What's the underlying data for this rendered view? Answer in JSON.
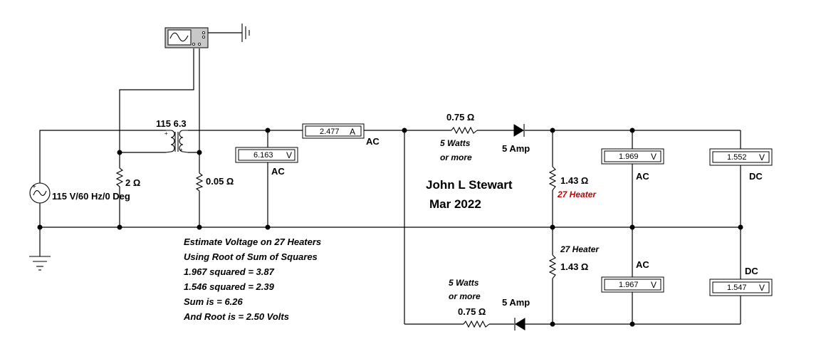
{
  "transformer": {
    "ratio_label": "115 6.3"
  },
  "source": {
    "label": "115 V/60 Hz/0 Deg"
  },
  "resistors": {
    "r_primary": "2 Ω",
    "r_secondary": "0.05 Ω",
    "r_top_series": "0.75 Ω",
    "r_bottom_series": "0.75 Ω",
    "r_heater_top": "1.43 Ω",
    "r_heater_bottom": "1.43 Ω"
  },
  "heater_labels": {
    "top": "27 Heater",
    "bottom": "27 Heater"
  },
  "resistor_notes": {
    "top_watts": "5 Watts",
    "top_more": "or more",
    "bottom_watts": "5 Watts",
    "bottom_more": "or more"
  },
  "diodes": {
    "top_amp": "5 Amp",
    "bottom_amp": "5 Amp"
  },
  "meters": {
    "ammeter": {
      "value": "2.477",
      "unit": "A",
      "mode": "AC"
    },
    "v_secondary": {
      "value": "6.163",
      "unit": "V",
      "mode": "AC"
    },
    "v_top_ac": {
      "value": "1.969",
      "unit": "V",
      "mode": "AC"
    },
    "v_top_dc": {
      "value": "1.552",
      "unit": "V",
      "mode": "DC"
    },
    "v_bottom_ac": {
      "value": "1.967",
      "unit": "V",
      "mode": "AC"
    },
    "v_bottom_dc": {
      "value": "1.547",
      "unit": "V",
      "mode": "DC"
    }
  },
  "author": {
    "name": "John L Stewart",
    "date": "Mar 2022"
  },
  "notes": [
    "Estimate Voltage on 27 Heaters",
    "Using Root of Sum of Squares",
    "1.967 squared = 3.87",
    "1.546 squared = 2.39",
    "Sum is = 6.26",
    "And Root is = 2.50 Volts"
  ]
}
